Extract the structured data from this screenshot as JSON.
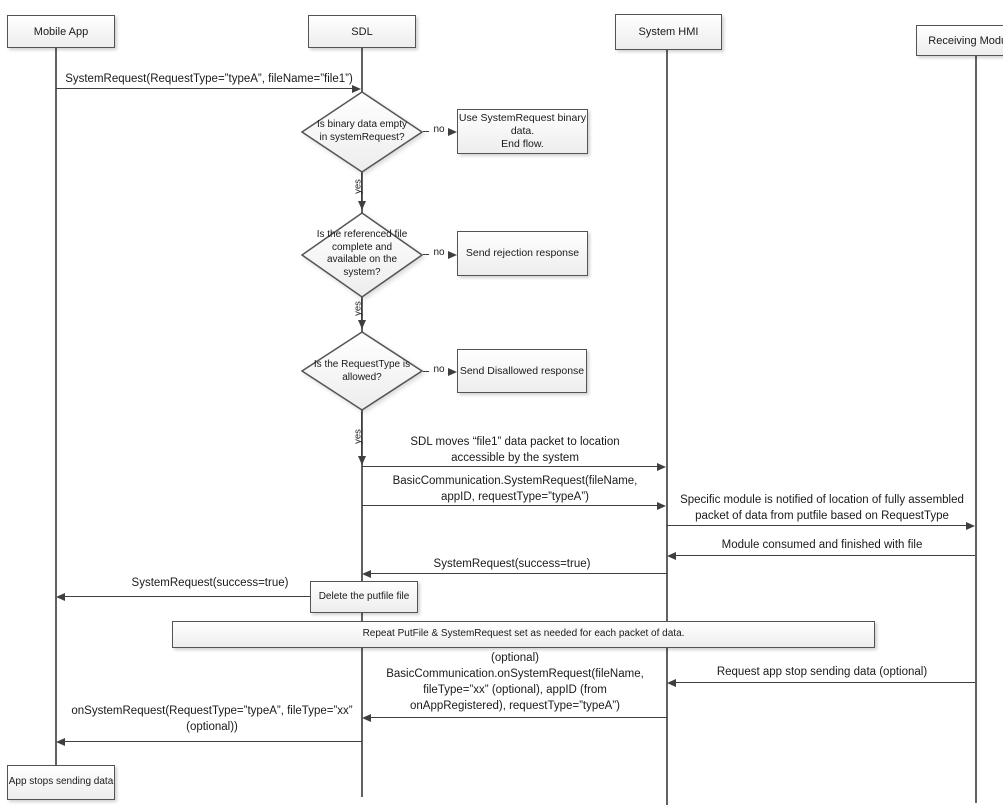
{
  "actors": {
    "mobile_app": "Mobile App",
    "sdl": "SDL",
    "system_hmi": "System HMI",
    "receiving_module": "Receiving Module"
  },
  "decisions": [
    {
      "question": "Is binary data empty\nin systemRequest?",
      "no_label": "no",
      "yes_label": "yes",
      "no_action": "Use SystemRequest binary\ndata.\nEnd flow."
    },
    {
      "question": "Is the referenced file\ncomplete and\navailable on the\nsystem?",
      "no_label": "no",
      "yes_label": "yes",
      "no_action": "Send rejection response"
    },
    {
      "question": "Is the RequestType is\nallowed?",
      "no_label": "no",
      "yes_label": "yes",
      "no_action": "Send Disallowed response"
    }
  ],
  "messages": [
    {
      "from": "Mobile App",
      "to": "SDL",
      "label": "SystemRequest(RequestType=”typeA”, fileName=”file1”)"
    },
    {
      "from": "SDL",
      "to": "System HMI",
      "label": "SDL moves “file1” data packet to location\naccessible by the system"
    },
    {
      "from": "SDL",
      "to": "System HMI",
      "label": "BasicCommunication.SystemRequest(fileName,\nappID, requestType=”typeA”)"
    },
    {
      "from": "System HMI",
      "to": "Receiving Module",
      "label": "Specific module is notified of location of fully assembled\npacket of data from putfile based on RequestType"
    },
    {
      "from": "Receiving Module",
      "to": "System HMI",
      "label": "Module consumed and finished with file"
    },
    {
      "from": "System HMI",
      "to": "SDL",
      "label": "SystemRequest(success=true)"
    },
    {
      "from": "SDL",
      "to": "Mobile App",
      "label": "SystemRequest(success=true)"
    },
    {
      "from": "Receiving Module",
      "to": "System HMI",
      "label": "Request app stop sending data (optional)"
    },
    {
      "from": "System HMI",
      "to": "SDL",
      "label": "(optional)\nBasicCommunication.onSystemRequest(fileName,\nfileType=”xx” (optional), appID (from\nonAppRegistered), requestType=”typeA”)"
    },
    {
      "from": "SDL",
      "to": "Mobile App",
      "label": "onSystemRequest(RequestType=”typeA”, fileType=”xx”\n(optional))"
    }
  ],
  "notes": {
    "delete_putfile": "Delete the putfile file",
    "repeat": "Repeat PutFile & SystemRequest set as needed for each packet of data.",
    "app_stops": "App stops sending data"
  },
  "colors": {
    "line": "#3f3f3f",
    "node_border": "#545454",
    "node_fill_top": "#ffffff",
    "node_fill_bottom": "#ededed",
    "text": "#1a1a1a",
    "background": "#ffffff"
  }
}
